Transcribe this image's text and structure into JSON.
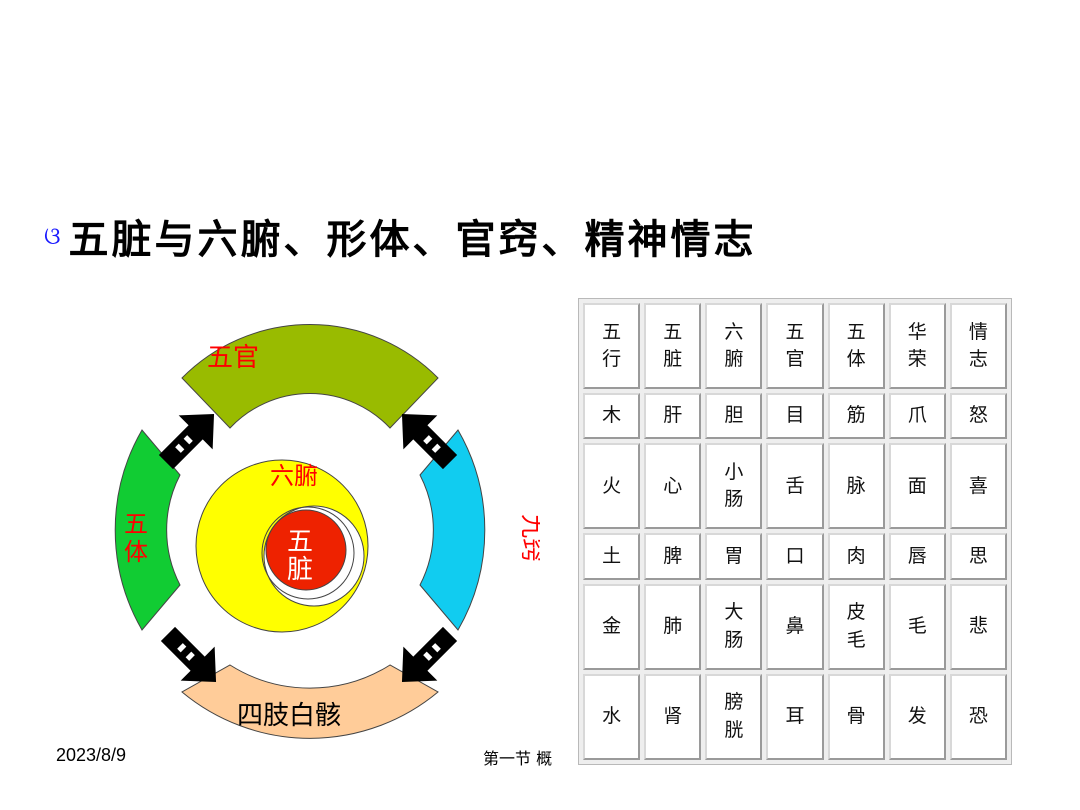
{
  "bullet": "ଓ",
  "title": "五脏与六腑、形体、官窍、精神情志",
  "diagram": {
    "top": "五官",
    "left": "五体",
    "right": "九窍",
    "bottom": "四肢白骸",
    "middle": "六腑",
    "center": "五脏"
  },
  "table": {
    "rows": [
      [
        "五\n行",
        "五\n脏",
        "六\n腑",
        "五\n官",
        "五\n体",
        "华\n荣",
        "情\n志"
      ],
      [
        "木",
        "肝",
        "胆",
        "目",
        "筋",
        "爪",
        "怒"
      ],
      [
        "火",
        "心",
        "小\n肠",
        "舌",
        "脉",
        "面",
        "喜"
      ],
      [
        "土",
        "脾",
        "胃",
        "口",
        "肉",
        "唇",
        "思"
      ],
      [
        "金",
        "肺",
        "大\n肠",
        "鼻",
        "皮\n毛",
        "毛",
        "悲"
      ],
      [
        "水",
        "肾",
        "膀\n胱",
        "耳",
        "骨",
        "发",
        "恐"
      ]
    ]
  },
  "footer": {
    "date": "2023/8/9",
    "section": "第一节  概"
  },
  "colors": {
    "top_band": "#99bb00",
    "left_band": "#11cc33",
    "right_band": "#11ccf0",
    "bottom_band": "#ffcc99",
    "ring": "#ffff00",
    "core": "#ee2200",
    "label_red": "#ff0000",
    "bullet_blue": "#1a1aff"
  }
}
